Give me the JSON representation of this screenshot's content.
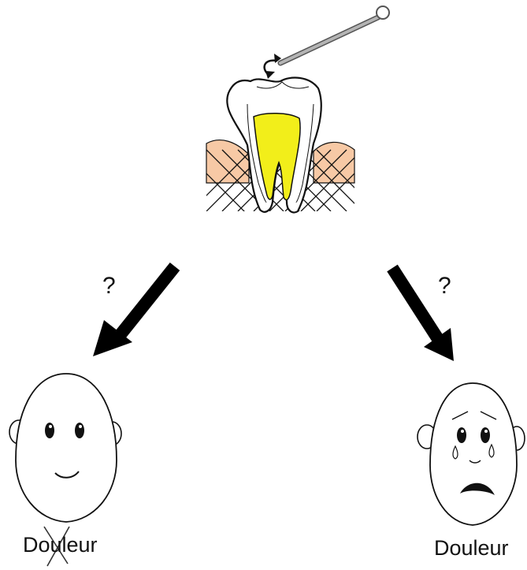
{
  "question_marks": {
    "left": "?",
    "right": "?"
  },
  "outcomes": {
    "no_pain": {
      "label": "Douleur",
      "crossed_out": true
    },
    "pain": {
      "label": "Douleur",
      "crossed_out": false
    }
  },
  "colors": {
    "pulp": "#f2ee1a",
    "gum": "#f7c9a5",
    "ink": "#111111",
    "probe": "#9a9a9a"
  },
  "icons": [
    "tooth-with-probe",
    "happy-face",
    "crying-face",
    "arrow-down-left",
    "arrow-down-right",
    "cross-mark"
  ]
}
